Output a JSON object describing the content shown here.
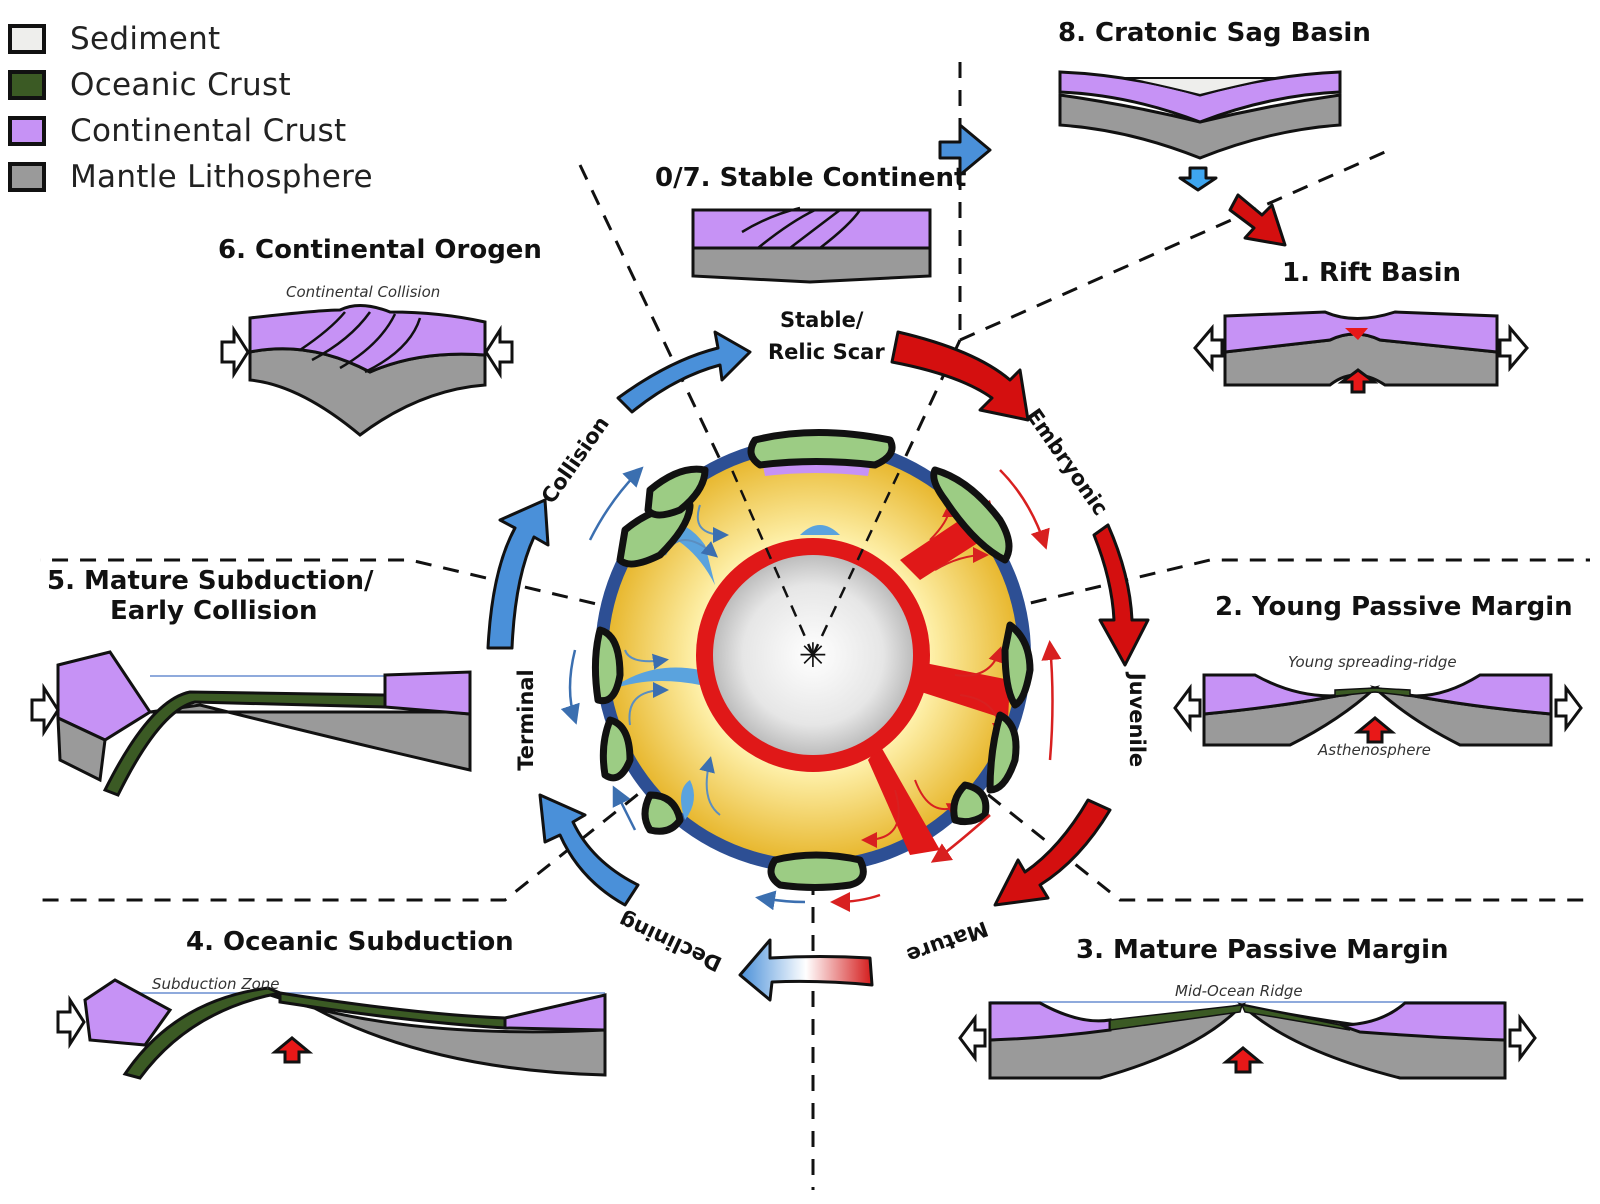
{
  "legend": [
    {
      "label": "Sediment",
      "color": "#eeeeec"
    },
    {
      "label": "Oceanic Crust",
      "color": "#3b5a24"
    },
    {
      "label": "Continental Crust",
      "color": "#c692f5"
    },
    {
      "label": "Mantle Lithosphere",
      "color": "#9a9a9a"
    }
  ],
  "stages": {
    "s0": {
      "title": "0/7. Stable Continent"
    },
    "s1": {
      "title": "1. Rift Basin"
    },
    "s2": {
      "title": "2. Young Passive Margin",
      "top_label": "Young spreading-ridge",
      "bottom_label": "Asthenosphere"
    },
    "s3": {
      "title": "3. Mature Passive Margin",
      "top_label": "Mid-Ocean Ridge"
    },
    "s4": {
      "title": "4. Oceanic Subduction",
      "top_label": "Subduction Zone"
    },
    "s5": {
      "title_line1": "5. Mature  Subduction/",
      "title_line2": "Early Collision"
    },
    "s6": {
      "title": "6. Continental Orogen",
      "top_label": "Continental Collision"
    },
    "s8": {
      "title": "8. Cratonic Sag Basin"
    }
  },
  "phases": {
    "stable_line1": "Stable/",
    "stable_line2": "Relic Scar",
    "embryonic": "Embryonic",
    "juvenile": "Juvenile",
    "mature": "Mature",
    "declining": "Declining",
    "terminal": "Terminal",
    "collision": "Collision"
  },
  "colors": {
    "sediment": "#eeeeec",
    "oceanic": "#3b5a24",
    "continental": "#c692f5",
    "mantle": "#9a9a9a",
    "opening_arrow": "#d40f0f",
    "closing_arrow": "#4a90d9",
    "ocean_ring": "#2d4f94",
    "plate": "#9ccc84",
    "mantle_globe": "#f3d24a",
    "core_ring": "#e01818"
  }
}
